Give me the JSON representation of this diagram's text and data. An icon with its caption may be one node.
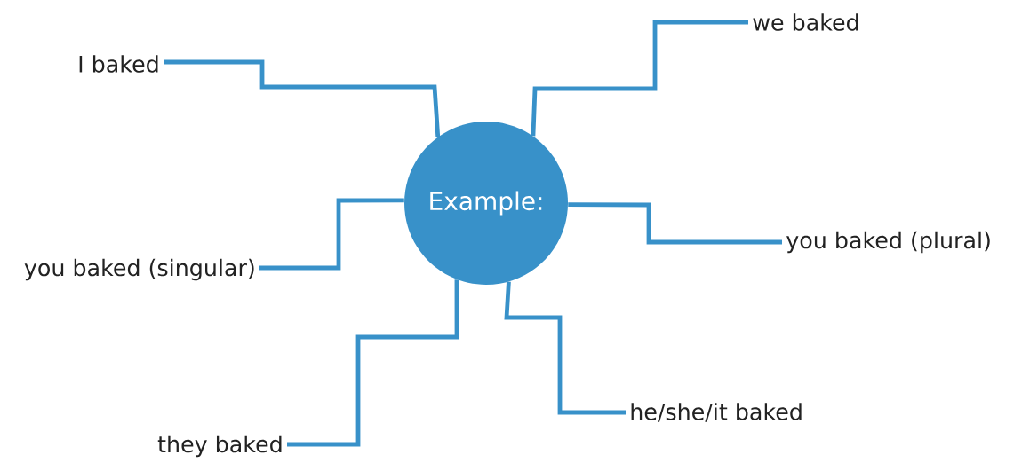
{
  "diagram": {
    "nodes": [
      {
        "text": [
          "Example:"
        ]
      },
      {
        "text": [
          "I baked"
        ]
      },
      {
        "text": [
          "we baked"
        ]
      },
      {
        "text": [
          "you baked (singular)"
        ]
      },
      {
        "text": [
          "you baked (plural)"
        ]
      },
      {
        "text": [
          "they baked"
        ]
      },
      {
        "text": [
          "he/she/it baked"
        ]
      }
    ],
    "edges": [
      {
        "from": 0,
        "to": 1,
        "arrow": "none"
      },
      {
        "from": 0,
        "to": 2,
        "arrow": "none"
      },
      {
        "from": 0,
        "to": 3,
        "arrow": "none"
      },
      {
        "from": 0,
        "to": 4,
        "arrow": "none"
      },
      {
        "from": 0,
        "to": 5,
        "arrow": "none"
      },
      {
        "from": 0,
        "to": 6,
        "arrow": "none"
      }
    ]
  }
}
